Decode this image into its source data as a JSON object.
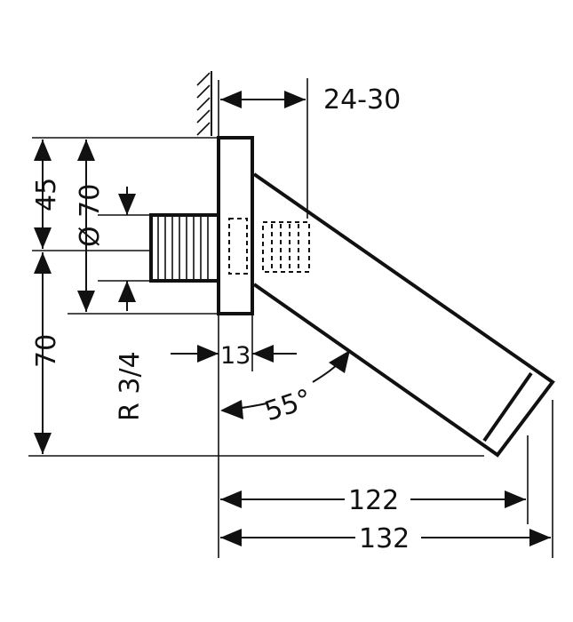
{
  "drawing": {
    "dimensions": {
      "wall_projection": "24-30",
      "upper_height": "45",
      "diameter": "Ø 70",
      "lower_height": "70",
      "thread": "R 3/4",
      "flange_thickness": "13",
      "angle": "55°",
      "length_inner": "122",
      "length_total": "132"
    }
  }
}
